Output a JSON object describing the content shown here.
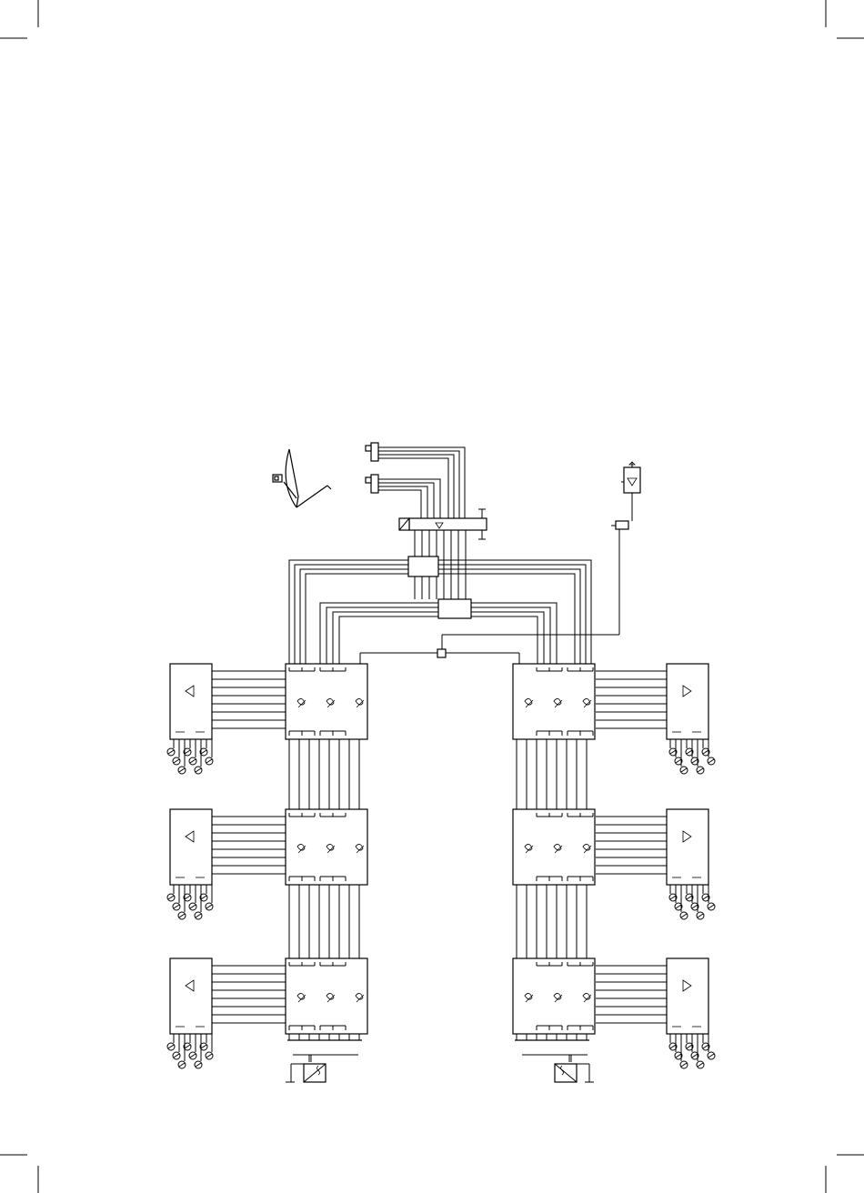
{
  "diagram": {
    "kind": "satellite multiswitch distribution schematic",
    "line_color": "#000000",
    "background": "#ffffff",
    "feeds": {
      "dish_count": 1,
      "lnb_count": 2,
      "terrestrial_antenna_count": 1
    },
    "columns": 2,
    "stages_per_column": 3,
    "wires_per_bus": 8,
    "outputs_per_stage": 8,
    "power_supplies": 2,
    "side_icons": [
      "dish-icon",
      "lnb-icon",
      "terrestrial-antenna-icon",
      "amplifier-icon",
      "power-supply-icon",
      "splitter-icon",
      "tap-icon",
      "outlet-icon"
    ]
  }
}
